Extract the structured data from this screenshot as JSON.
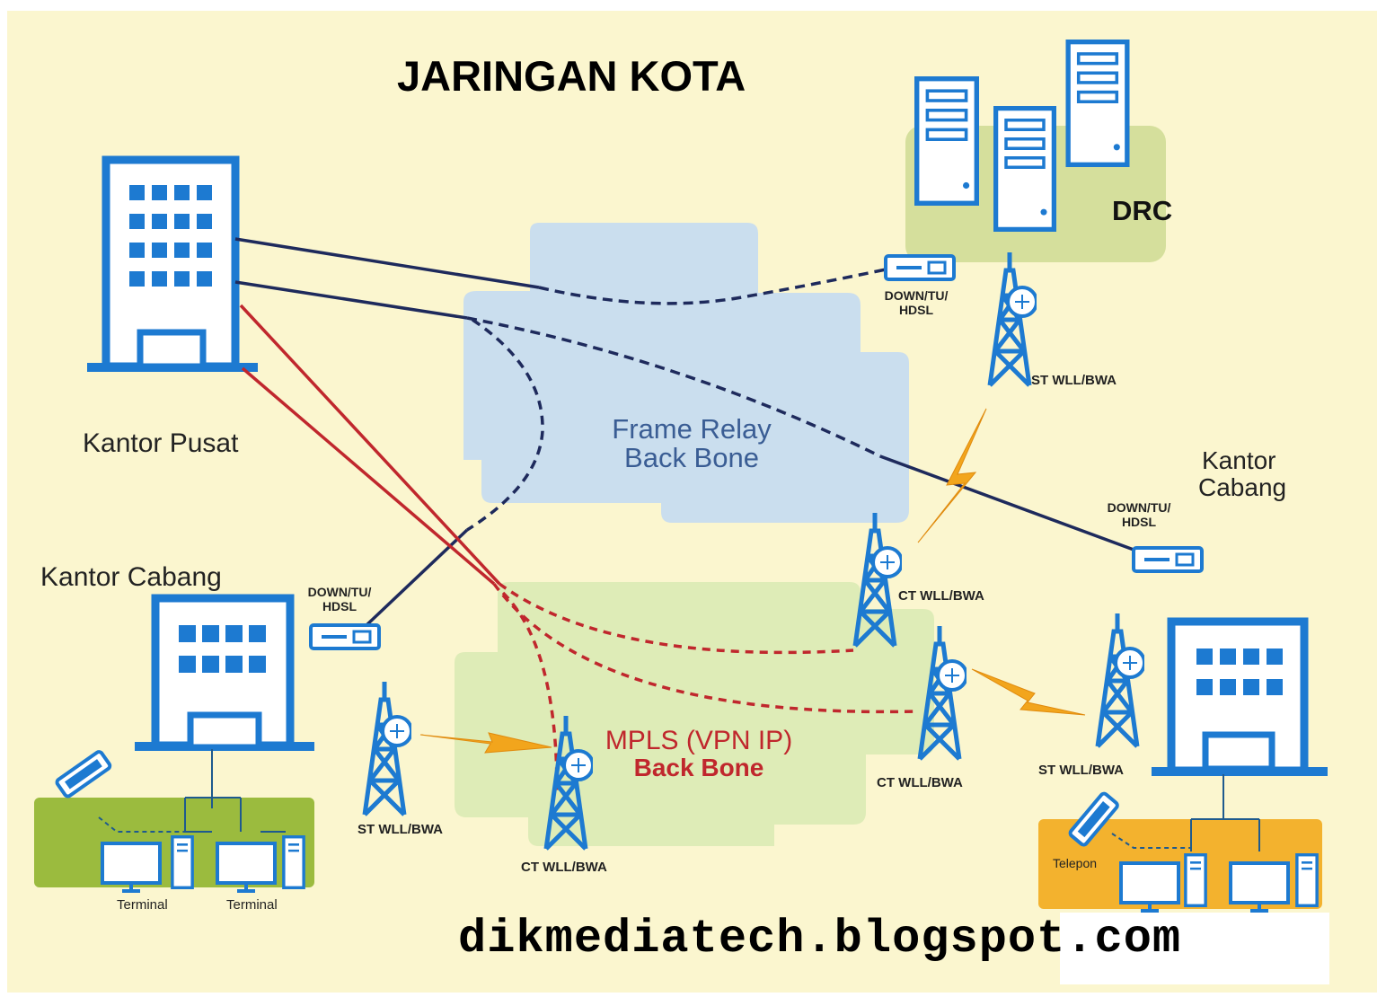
{
  "title": "JARINGAN KOTA",
  "backbones": {
    "frame_relay_line1": "Frame Relay",
    "frame_relay_line2": "Back Bone",
    "mpls_line1": "MPLS (VPN IP)",
    "mpls_line2": "Back Bone"
  },
  "sites": {
    "kantor_pusat": "Kantor Pusat",
    "kantor_cabang_left": "Kantor Cabang",
    "kantor_cabang_right_line1": "Kantor",
    "kantor_cabang_right_line2": "Cabang",
    "drc": "DRC"
  },
  "devices": {
    "modem_drc_line1": "DOWN/TU/",
    "modem_drc_line2": "HDSL",
    "modem_right_line1": "DOWN/TU/",
    "modem_right_line2": "HDSL",
    "modem_left_line1": "DOWN/TU/",
    "modem_left_line2": "HDSL",
    "tower_drc": "ST WLL/BWA",
    "tower_center_upper": "CT WLL/BWA",
    "tower_center_lower": "CT WLL/BWA",
    "tower_left": "ST WLL/BWA",
    "tower_mid_bottom": "CT WLL/BWA",
    "tower_right": "ST WLL/BWA"
  },
  "lan": {
    "terminal_1": "Terminal",
    "terminal_2": "Terminal",
    "telepon": "Telepon"
  },
  "watermark": "dikmediatech.blogspot.com",
  "colors": {
    "background": "#fbf6cf",
    "building_blue": "#1d7ad1",
    "wan_navy": "#1e2a5c",
    "mpls_red": "#c0272d",
    "frame_relay_cloud": "#c7dcef",
    "mpls_cloud": "#dcebb5",
    "lan_green": "#9bbb3e",
    "lan_orange": "#f3b22e",
    "drc_green": "#d5df9c",
    "lightning": "#f2a51c"
  }
}
